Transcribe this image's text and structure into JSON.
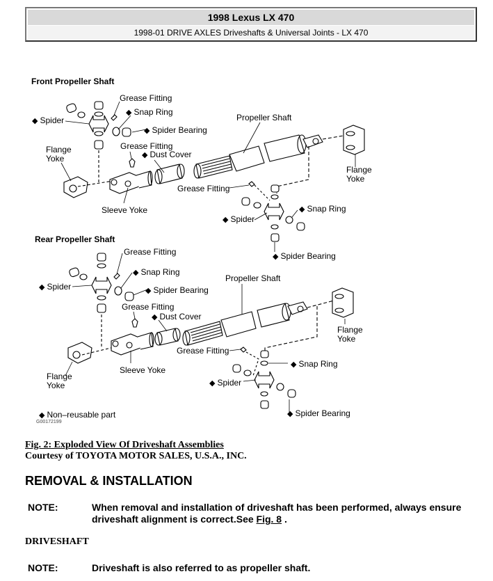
{
  "header": {
    "title": "1998 Lexus LX 470",
    "subtitle": "1998-01 DRIVE AXLES Driveshafts & Universal Joints - LX 470"
  },
  "figure": {
    "front": {
      "title": "Front Propeller Shaft",
      "labels": {
        "grease_fitting_1": "Grease Fitting",
        "snap_ring_1": "Snap Ring",
        "spider_1": "Spider",
        "spider_bearing_1": "Spider Bearing",
        "grease_fitting_2": "Grease Fitting",
        "dust_cover": "Dust Cover",
        "flange_yoke_1": "Flange\nYoke",
        "sleeve_yoke": "Sleeve Yoke",
        "propeller_shaft": "Propeller Shaft",
        "flange_yoke_2": "Flange\nYoke",
        "grease_fitting_3": "Grease Fitting",
        "snap_ring_2": "Snap Ring",
        "spider_2": "Spider",
        "spider_bearing_2": "Spider Bearing"
      }
    },
    "rear": {
      "title": "Rear Propeller Shaft",
      "labels": {
        "grease_fitting_1": "Grease Fitting",
        "snap_ring_1": "Snap Ring",
        "spider_1": "Spider",
        "spider_bearing_1": "Spider Bearing",
        "grease_fitting_2": "Grease Fitting",
        "dust_cover": "Dust Cover",
        "flange_yoke_1": "Flange\nYoke",
        "sleeve_yoke": "Sleeve Yoke",
        "propeller_shaft": "Propeller Shaft",
        "flange_yoke_2": "Flange\nYoke",
        "grease_fitting_3": "Grease Fitting",
        "snap_ring_2": "Snap Ring",
        "spider_2": "Spider",
        "spider_bearing_2": "Spider Bearing"
      }
    },
    "legend": "Non–reusable part",
    "code": "G00172199"
  },
  "caption": {
    "title": "Fig. 2: Exploded View Of Driveshaft Assemblies",
    "courtesy": "Courtesy of TOYOTA MOTOR SALES, U.S.A., INC."
  },
  "section": {
    "heading": "REMOVAL & INSTALLATION",
    "note1": {
      "key": "NOTE:",
      "text": "When removal and installation of driveshaft has been performed, always ensure driveshaft alignment is correct.See ",
      "link": "Fig. 8",
      "after": " ."
    },
    "subheading": "DRIVESHAFT",
    "note2": {
      "key": "NOTE:",
      "text": "Driveshaft is also referred to as propeller shaft."
    }
  }
}
